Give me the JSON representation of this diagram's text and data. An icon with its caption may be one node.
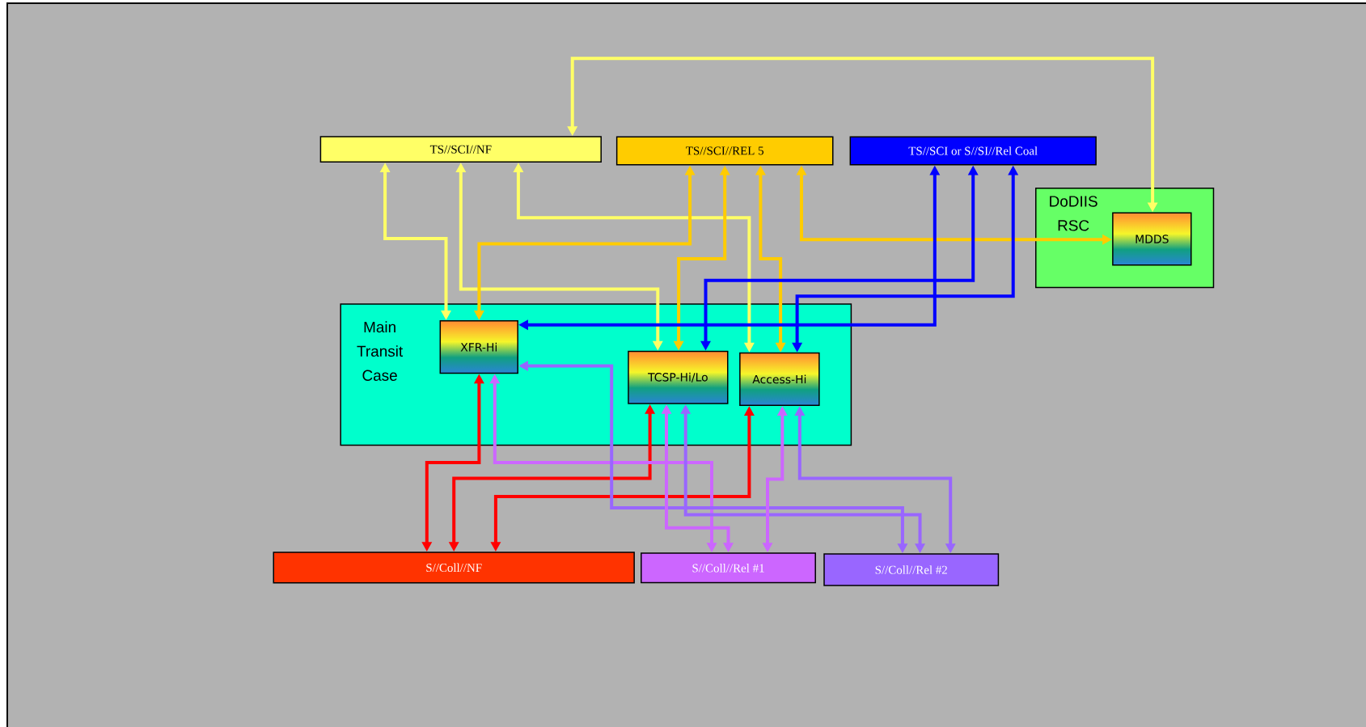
{
  "diagram": {
    "nodes": [
      {
        "text": [
          "TS//SCI//NF"
        ]
      },
      {
        "text": [
          "TS//SCI//REL 5"
        ]
      },
      {
        "text": [
          "TS//SCI or S//SI//Rel Coal"
        ]
      },
      {
        "text": [
          "Main Transit Case"
        ]
      },
      {
        "text": [
          "XFR-Hi"
        ],
        "in": 3
      },
      {
        "text": [
          "TCSP-Hi/Lo"
        ],
        "in": 3
      },
      {
        "text": [
          "Access-Hi"
        ],
        "in": 3
      },
      {
        "text": [
          "DoDIIS RSC"
        ]
      },
      {
        "text": [
          "MDDS"
        ],
        "in": 7
      },
      {
        "text": [
          "S//Coll//NF"
        ]
      },
      {
        "text": [
          "S//Coll//Rel #1"
        ]
      },
      {
        "text": [
          "S//Coll//Rel #2"
        ]
      }
    ],
    "edges": [
      {
        "from": 0,
        "to": 8,
        "arrow": "both",
        "color": "#ffff66"
      },
      {
        "from": 0,
        "to": 4,
        "arrow": "both",
        "color": "#ffff66"
      },
      {
        "from": 0,
        "to": 5,
        "arrow": "both",
        "color": "#ffff66"
      },
      {
        "from": 0,
        "to": 6,
        "arrow": "both",
        "color": "#ffff66"
      },
      {
        "from": 1,
        "to": 4,
        "arrow": "both",
        "color": "#ffcc00"
      },
      {
        "from": 1,
        "to": 5,
        "arrow": "both",
        "color": "#ffcc00"
      },
      {
        "from": 1,
        "to": 6,
        "arrow": "both",
        "color": "#ffcc00"
      },
      {
        "from": 1,
        "to": 8,
        "arrow": "both",
        "color": "#ffcc00"
      },
      {
        "from": 2,
        "to": 4,
        "arrow": "both",
        "color": "#0000ff"
      },
      {
        "from": 2,
        "to": 5,
        "arrow": "both",
        "color": "#0000ff"
      },
      {
        "from": 2,
        "to": 6,
        "arrow": "both",
        "color": "#0000ff"
      },
      {
        "from": 4,
        "to": 9,
        "arrow": "both",
        "color": "#ff0000"
      },
      {
        "from": 5,
        "to": 9,
        "arrow": "both",
        "color": "#ff0000"
      },
      {
        "from": 6,
        "to": 9,
        "arrow": "both",
        "color": "#ff0000"
      },
      {
        "from": 4,
        "to": 10,
        "arrow": "both",
        "color": "#cc66ff"
      },
      {
        "from": 4,
        "to": 11,
        "arrow": "both",
        "color": "#9966ff"
      },
      {
        "from": 5,
        "to": 11,
        "arrow": "both",
        "color": "#9966ff"
      },
      {
        "from": 5,
        "to": 10,
        "arrow": "both",
        "color": "#cc66ff"
      },
      {
        "from": 6,
        "to": 10,
        "arrow": "both",
        "color": "#cc66ff"
      },
      {
        "from": 6,
        "to": 11,
        "arrow": "both",
        "color": "#9966ff"
      }
    ]
  }
}
